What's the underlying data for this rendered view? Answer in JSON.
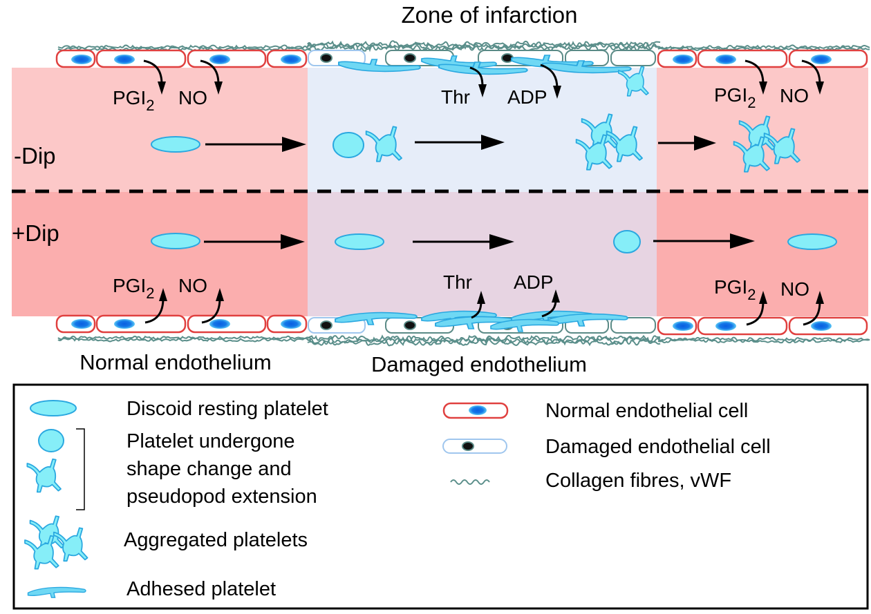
{
  "title": "Zone of infarction",
  "colors": {
    "normal_lumen_top": "#fcc8c8",
    "normal_lumen_bottom": "#fbaeae",
    "damaged_lumen_top": "#e6edf9",
    "damaged_lumen_bottom": "#e7d4e2",
    "normal_cell_border": "#e0403f",
    "damaged_cell_border": "#5a8a86",
    "damaged_cell_border_light": "#9fc6ee",
    "nucleus_normal": "#1478e8",
    "nucleus_damaged": "#111111",
    "platelet_fill": "#86eef8",
    "platelet_stroke": "#2aa8e0",
    "collagen": "#5a8e8a",
    "arrow": "#000000"
  },
  "rows": {
    "top": {
      "label": "-Dip"
    },
    "bottom": {
      "label": "+Dip"
    }
  },
  "mediators": {
    "normal_left_top": {
      "pgi_base": "PGI",
      "pgi_sub": "2",
      "no": "NO"
    },
    "damaged_top": {
      "thr": "Thr",
      "adp": "ADP"
    },
    "normal_right_top": {
      "pgi_base": "PGI",
      "pgi_sub": "2",
      "no": "NO"
    },
    "normal_left_bottom": {
      "pgi_base": "PGI",
      "pgi_sub": "2",
      "no": "NO"
    },
    "damaged_bottom": {
      "thr": "Thr",
      "adp": "ADP"
    },
    "normal_right_bottom": {
      "pgi_base": "PGI",
      "pgi_sub": "2",
      "no": "NO"
    }
  },
  "region_labels": {
    "normal": "Normal endothelium",
    "damaged": "Damaged endothelium"
  },
  "legend": {
    "left": [
      {
        "icon": "discoid-platelet-icon",
        "text": "Discoid resting platelet"
      },
      {
        "icon": "shape-change-platelet-icon",
        "lines": [
          "Platelet undergone",
          "shape change and",
          "pseudopod extension"
        ]
      },
      {
        "icon": "aggregated-platelets-icon",
        "text": "Aggregated platelets"
      },
      {
        "icon": "adhesed-platelet-icon",
        "text": "Adhesed platelet"
      }
    ],
    "right": [
      {
        "icon": "normal-endothelial-cell-icon",
        "text": "Normal endothelial cell"
      },
      {
        "icon": "damaged-endothelial-cell-icon",
        "text": "Damaged endothelial cell"
      },
      {
        "icon": "collagen-fibre-icon",
        "text": "Collagen fibres, vWF"
      }
    ]
  }
}
